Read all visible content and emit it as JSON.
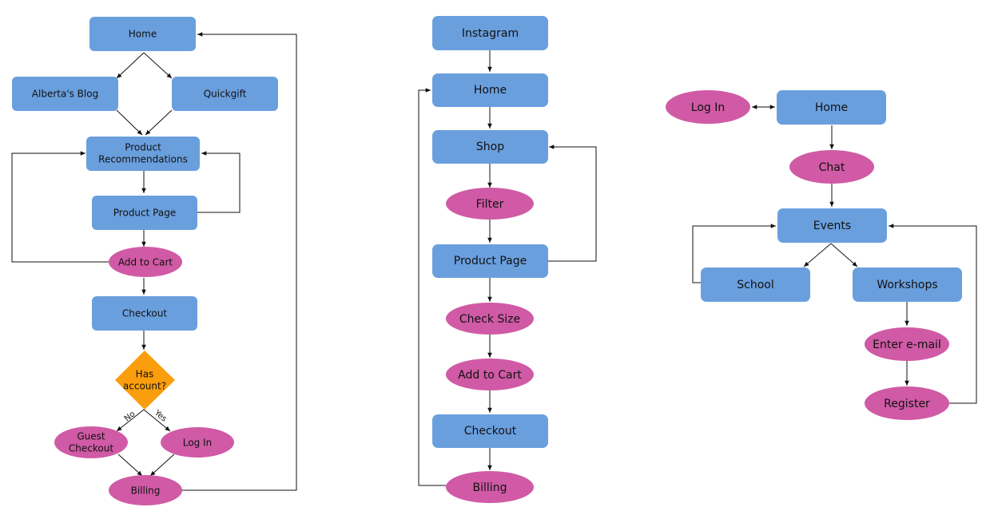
{
  "colors": {
    "rect": "#6A9FDE",
    "oval": "#D05AA5",
    "diamond": "#FB9E0D",
    "line": "#111111"
  },
  "flow1": {
    "home": "Home",
    "albertas_blog": "Alberta's Blog",
    "quickgift": "Quickgift",
    "product_recommendations": [
      "Product",
      "Recommendations"
    ],
    "product_page": "Product Page",
    "add_to_cart": "Add to Cart",
    "checkout": "Checkout",
    "has_account": [
      "Has",
      "account?"
    ],
    "no_label": "No",
    "yes_label": "Yes",
    "guest_checkout": [
      "Guest",
      "Checkout"
    ],
    "log_in": "Log In",
    "billing": "Billing"
  },
  "flow2": {
    "instagram": "Instagram",
    "home": "Home",
    "shop": "Shop",
    "filter": "Filter",
    "product_page": "Product Page",
    "check_size": "Check Size",
    "add_to_cart": "Add to Cart",
    "checkout": "Checkout",
    "billing": "Billing"
  },
  "flow3": {
    "log_in": "Log In",
    "home": "Home",
    "chat": "Chat",
    "events": "Events",
    "school": "School",
    "workshops": "Workshops",
    "enter_email": "Enter e-mail",
    "register": "Register"
  }
}
